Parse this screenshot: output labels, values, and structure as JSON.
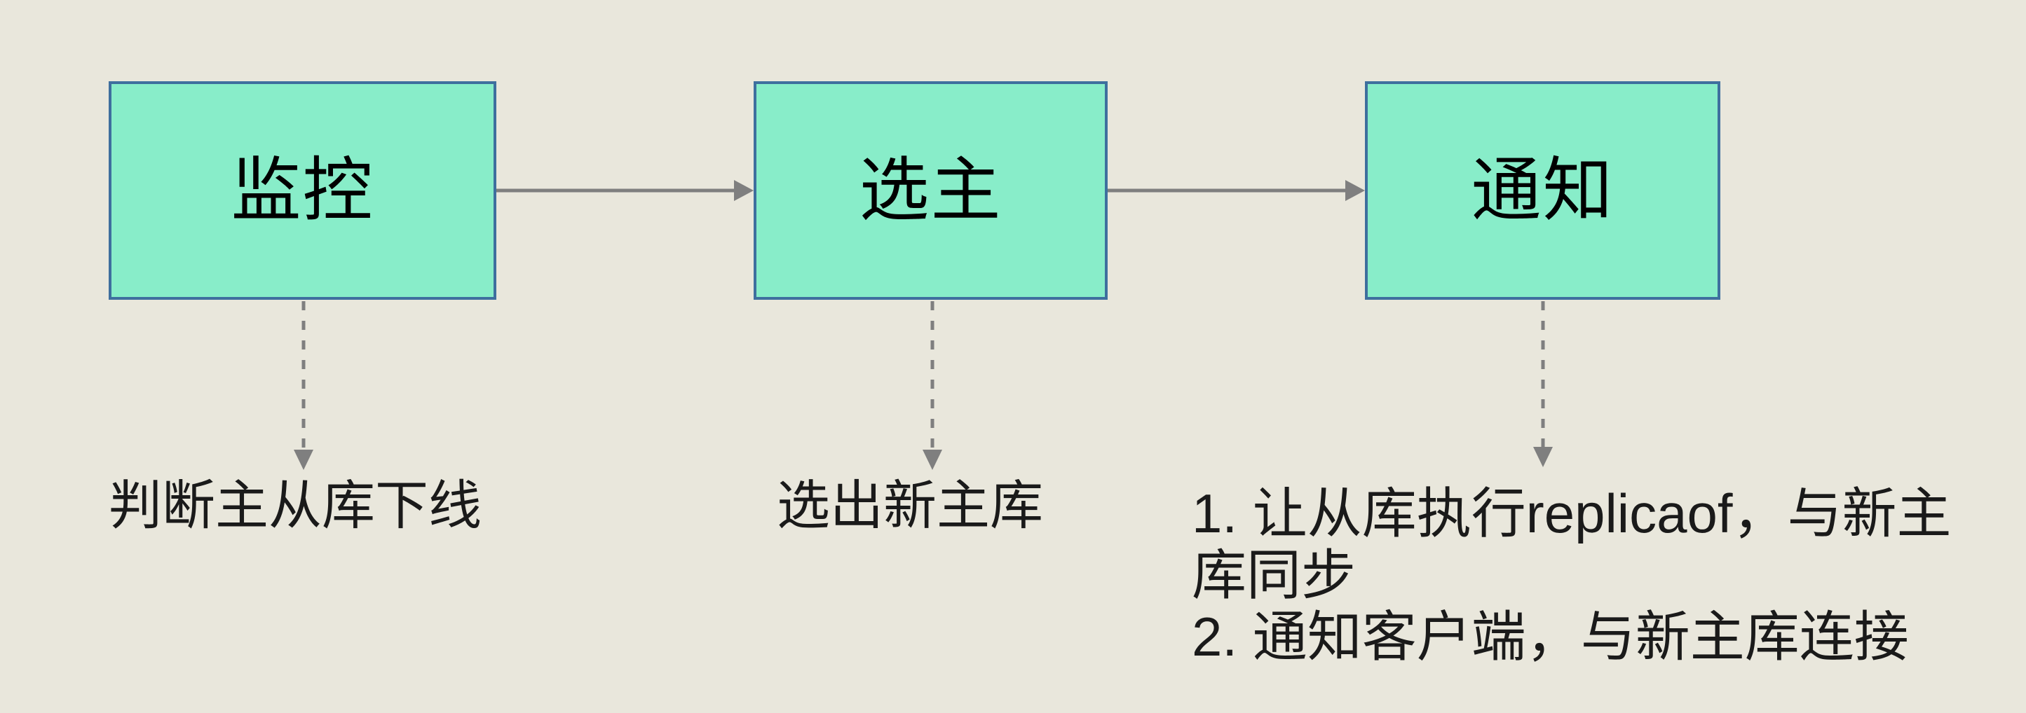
{
  "diagram": {
    "colors": {
      "background": "#e9e7dc",
      "box_fill": "#88edc9",
      "box_border": "#3e6f9e",
      "arrow": "#7f7f7f",
      "text": "#1a1a1a"
    },
    "steps": [
      {
        "label": "监控",
        "description": "判断主从库下线"
      },
      {
        "label": "选主",
        "description": "选出新主库"
      },
      {
        "label": "通知",
        "description": "1. 让从库执行replicaof，与新主\n库同步\n2. 通知客户端，与新主库连接"
      }
    ]
  }
}
